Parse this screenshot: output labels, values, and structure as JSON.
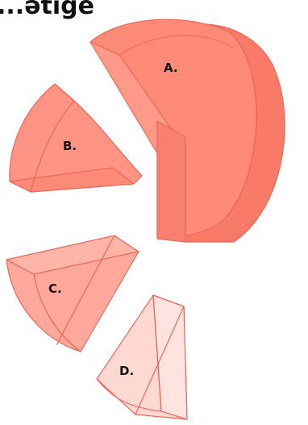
{
  "title": "...ətige",
  "pieces": [
    {
      "id": "A",
      "label": "A."
    },
    {
      "id": "B",
      "label": "B."
    },
    {
      "id": "C",
      "label": "C."
    },
    {
      "id": "D",
      "label": "D."
    }
  ],
  "colors": {
    "piece_a": "#FF8A78",
    "piece_b": "#FF9484",
    "piece_c": "#FFA89B",
    "piece_d": "#FFD8D2",
    "edge": "#E66A58"
  }
}
